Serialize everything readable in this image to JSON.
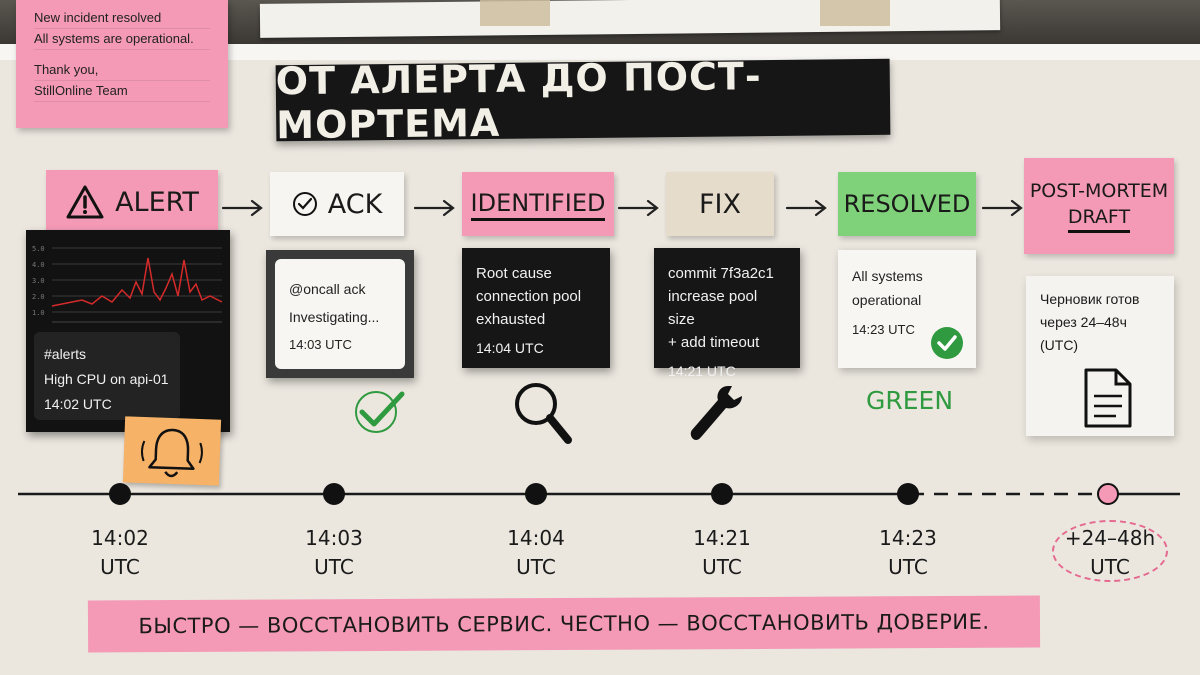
{
  "email_note": {
    "line1": "New incident resolved",
    "line2": "All systems are operational.",
    "line3": "Thank you,",
    "line4": "StillOnline Team"
  },
  "title": "ОТ АЛЕРТА ДО ПОСТ-МОРТЕМА",
  "stages": [
    {
      "label": "ALERT",
      "icon": "warning-icon",
      "color": "#f49ab6"
    },
    {
      "label": "ACK",
      "icon": "check-circle-icon",
      "color": "#f6f5f1"
    },
    {
      "label": "IDENTIFIED",
      "icon": "",
      "color": "#f49ab6"
    },
    {
      "label": "FIX",
      "icon": "",
      "color": "#e6dccb"
    },
    {
      "label": "RESOLVED",
      "icon": "",
      "color": "#7fd27a"
    },
    {
      "label_line1": "POST-MORTEM",
      "label_line2": "DRAFT",
      "icon": "",
      "color": "#f49ab6"
    }
  ],
  "monitor": {
    "y_ticks": [
      "5.0",
      "4.0",
      "3.0",
      "2.0",
      "1.0"
    ],
    "slack_channel": "#alerts",
    "slack_message": "High CPU on api-01",
    "slack_time": "14:02 UTC"
  },
  "ack_card": {
    "line1": "@oncall ack",
    "line2": "Investigating...",
    "time": "14:03 UTC"
  },
  "identified_card": {
    "line1": "Root cause",
    "line2": "connection pool",
    "line3": "exhausted",
    "time": "14:04 UTC"
  },
  "fix_card": {
    "line1": "commit 7f3a2c1",
    "line2": "increase pool size",
    "line3": "+ add timeout",
    "time": "14:21 UTC"
  },
  "resolved_card": {
    "line1": "All systems",
    "line2": "operational",
    "time": "14:23 UTC",
    "word": "GREEN"
  },
  "postmortem_card": {
    "line1": "Черновик готов",
    "line2": "через 24–48ч",
    "line3": "(UTC)"
  },
  "timeline": [
    {
      "time": "14:02",
      "unit": "UTC"
    },
    {
      "time": "14:03",
      "unit": "UTC"
    },
    {
      "time": "14:04",
      "unit": "UTC"
    },
    {
      "time": "14:21",
      "unit": "UTC"
    },
    {
      "time": "14:23",
      "unit": "UTC"
    },
    {
      "time": "+24–48h",
      "unit": "UTC"
    }
  ],
  "slogan": "БЫСТРО — ВОССТАНОВИТЬ СЕРВИС. ЧЕСТНО — ВОССТАНОВИТЬ ДОВЕРИЕ.",
  "colors": {
    "pink": "#f49ab6",
    "green": "#2f9a3f",
    "dark": "#161616",
    "accent_pink": "#e56a90"
  }
}
